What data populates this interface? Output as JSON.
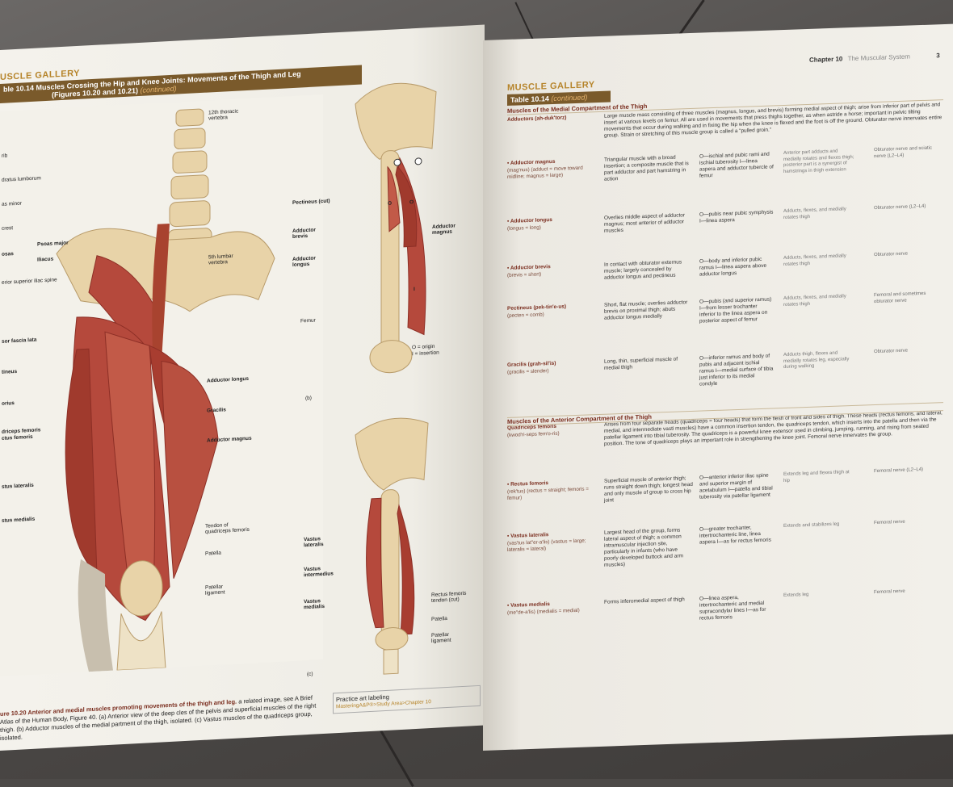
{
  "left_page": {
    "gallery": "USCLE GALLERY",
    "table_number": "ble 10.14",
    "table_title": "Muscles Crossing the Hip and Knee Joints: Movements of the Thigh and Leg",
    "table_subtitle": "(Figures 10.20 and 10.21)",
    "table_continued": "(continued)",
    "fig_a_labels": [
      "12th thoracic vertebra",
      "rib",
      "dratus lumborum",
      "as minor",
      "crest",
      "Psoas major",
      "osas",
      "Iliacus",
      "5th lumbar vertebra",
      "erior superior iliac spine",
      "sor fascia lata",
      "tineus",
      "Adductor longus",
      "orius",
      "Gracilis",
      "driceps femoris",
      "ctus femoris",
      "Adductor magnus",
      "stus lateralis",
      "stus medialis",
      "Tendon of quadriceps femoris",
      "Patella",
      "Patellar ligament"
    ],
    "fig_b_labels": [
      "Pectineus (cut)",
      "Adductor brevis",
      "Adductor longus",
      "Adductor magnus",
      "Femur",
      "O = origin",
      "I = insertion",
      "(b)"
    ],
    "fig_c_labels": [
      "Vastus lateralis",
      "Vastus intermedius",
      "Vastus medialis",
      "Rectus femoris tendon (cut)",
      "Patella",
      "Patellar ligament",
      "(c)"
    ],
    "fig_markers": [
      "O",
      "O",
      "I"
    ],
    "caption_title": "ure 10.20 Anterior and medial muscles promoting movements of the thigh and leg.",
    "caption_text": "a related image, see A Brief Atlas of the Human Body, Figure 40. (a) Anterior view of the deep cles of the pelvis and superficial muscles of the right thigh. (b) Adductor muscles of the medial partment of the thigh, isolated. (c) Vastus muscles of the quadriceps group, isolated.",
    "practice_title": "Practice art labeling",
    "practice_text": "MasteringA&P®>Study Area>Chapter 10"
  },
  "right_page": {
    "chapter": "Chapter 10",
    "chapter_title": "The Muscular System",
    "page_num": "3",
    "gallery": "MUSCLE GALLERY",
    "table_number": "Table 10.14",
    "table_continued": "(continued)",
    "section_medial": "Muscles of the Medial Compartment of the Thigh",
    "section_anterior": "Muscles of the Anterior Compartment of the Thigh",
    "rows": [
      {
        "name": "Adductors (ah-duk′torz)",
        "desc": "Large muscle mass consisting of three muscles (magnus, longus, and brevis) forming medial aspect of thigh; arise from inferior part of pelvis and insert at various levels on femur. All are used in movements that press thighs together, as when astride a horse; important in pelvic tilting movements that occur during walking and in fixing the hip when the knee is flexed and the foot is off the ground. Obturator nerve innervates entire group. Strain or stretching of this muscle group is called a “pulled groin.”",
        "oi": "",
        "action": "",
        "nerve": ""
      },
      {
        "name": "• Adductor magnus",
        "sub": "(mag′nus) (adduct = move toward midline; magnus = large)",
        "desc": "Triangular muscle with a broad insertion; a composite muscle that is part adductor and part hamstring in action",
        "oi": "O—ischial and pubic rami and ischial tuberosity I—linea aspera and adductor tubercle of femur",
        "action": "Anterior part adducts and medially rotates and flexes thigh; posterior part is a synergist of hamstrings in thigh extension",
        "nerve": "Obturator nerve and sciatic nerve (L2–L4)"
      },
      {
        "name": "• Adductor longus",
        "sub": "(longus = long)",
        "desc": "Overlies middle aspect of adductor magnus; most anterior of adductor muscles",
        "oi": "O—pubis near pubic symphysis I—linea aspera",
        "action": "Adducts, flexes, and medially rotates thigh",
        "nerve": "Obturator nerve (L2–L4)"
      },
      {
        "name": "• Adductor brevis",
        "sub": "(brevis = short)",
        "desc": "In contact with obturator externus muscle; largely concealed by adductor longus and pectineus",
        "oi": "O—body and inferior pubic ramus I—linea aspera above adductor longus",
        "action": "Adducts, flexes, and medially rotates thigh",
        "nerve": "Obturator nerve"
      },
      {
        "name": "Pectineus (pek-tin′e-us)",
        "sub": "(pecten = comb)",
        "desc": "Short, flat muscle; overlies adductor brevis on proximal thigh; abuts adductor longus medially",
        "oi": "O—pubis (and superior ramus) I—from lesser trochanter inferior to the linea aspera on posterior aspect of femur",
        "action": "Adducts, flexes, and medially rotates thigh",
        "nerve": "Femoral and sometimes obturator nerve"
      },
      {
        "name": "Gracilis (grah-sil′is)",
        "sub": "(gracilis = slender)",
        "desc": "Long, thin, superficial muscle of medial thigh",
        "oi": "O—inferior ramus and body of pubis and adjacent ischial ramus I—medial surface of tibia just inferior to its medial condyle",
        "action": "Adducts thigh, flexes and medially rotates leg, especially during walking",
        "nerve": "Obturator nerve"
      },
      {
        "name": "Quadriceps femoris",
        "sub": "(kwod′ri-seps fem′o-ris)",
        "desc": "Arises from four separate heads (quadriceps = four heads) that form the flesh of front and sides of thigh. These heads (rectus femoris, and lateral, medial, and intermediate vasti muscles) have a common insertion tendon, the quadriceps tendon, which inserts into the patella and then via the patellar ligament into tibial tuberosity. The quadriceps is a powerful knee extensor used in climbing, jumping, running, and rising from seated position. The tone of quadriceps plays an important role in strengthening the knee joint. Femoral nerve innervates the group.",
        "oi": "",
        "action": "",
        "nerve": ""
      },
      {
        "name": "• Rectus femoris",
        "sub": "(rek′tus) (rectus = straight; femoris = femur)",
        "desc": "Superficial muscle of anterior thigh; runs straight down thigh; longest head and only muscle of group to cross hip joint",
        "oi": "O—anterior inferior iliac spine and superior margin of acetabulum I—patella and tibial tuberosity via patellar ligament",
        "action": "Extends leg and flexes thigh at hip",
        "nerve": "Femoral nerve (L2–L4)"
      },
      {
        "name": "• Vastus lateralis",
        "sub": "(vas′tus lat″er-a′lis) (vastus = large; lateralis = lateral)",
        "desc": "Largest head of the group, forms lateral aspect of thigh; a common intramuscular injection site, particularly in infants (who have poorly developed buttock and arm muscles)",
        "oi": "O—greater trochanter, intertrochanteric line, linea aspera I—as for rectus femoris",
        "action": "Extends and stabilizes leg",
        "nerve": "Femoral nerve"
      },
      {
        "name": "• Vastus medialis",
        "sub": "(me″de-a′lis) (medialis = medial)",
        "desc": "Forms inferomedial aspect of thigh",
        "oi": "O—linea aspera, intertrochanteric and medial supracondylar lines I—as for rectus femoris",
        "action": "Extends leg",
        "nerve": "Femoral nerve"
      }
    ]
  },
  "colors": {
    "muscle": "#b5493c",
    "muscle_dark": "#8d2f26",
    "bone": "#e8d3a8",
    "gallery": "#b6842a",
    "bar": "#7a5a2b",
    "section": "#7a2d1e"
  }
}
